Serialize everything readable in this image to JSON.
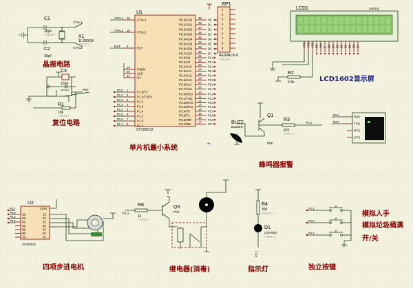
{
  "sections": {
    "crystal": "晶振电路",
    "reset": "复位电路",
    "mcu": "单片机最小系统",
    "lcd": "LCD1602显示屏",
    "buzzer": "蜂鸣器报警",
    "stepper": "四项步进电机",
    "relay": "继电器(消毒)",
    "led": "指示灯",
    "keys": "独立按键",
    "key_labels": [
      "模拟人手",
      "模拟垃圾桶满",
      "开/关"
    ]
  },
  "placeholder_text": "<TEXT>",
  "crystal": {
    "c1": {
      "ref": "C1",
      "value": "30pF"
    },
    "c2": {
      "ref": "C2",
      "value": "30pF"
    },
    "x1": {
      "ref": "X1",
      "value": "11.0592M"
    },
    "nets": [
      "XTAL1",
      "XTAL2"
    ]
  },
  "reset": {
    "c3": {
      "ref": "C3",
      "value": "10uF"
    },
    "r1": {
      "ref": "R1",
      "value": "10k"
    },
    "net": "RST"
  },
  "mcu": {
    "ref": "U1",
    "part": "STC89C52",
    "left_pins": [
      {
        "num": "19",
        "name": "XTAL1"
      },
      {
        "num": "18",
        "name": "XTAL2"
      },
      {
        "num": "9",
        "name": "RST"
      },
      {
        "num": "29",
        "name": "PSEN"
      },
      {
        "num": "30",
        "name": "ALE"
      },
      {
        "num": "31",
        "name": "EA"
      },
      {
        "num": "1",
        "name": "P1.0/T2"
      },
      {
        "num": "2",
        "name": "P1.1/T2EX"
      },
      {
        "num": "3",
        "name": "P1.2"
      },
      {
        "num": "4",
        "name": "P1.3"
      },
      {
        "num": "5",
        "name": "P1.4"
      },
      {
        "num": "6",
        "name": "P1.5"
      },
      {
        "num": "7",
        "name": "P1.6"
      },
      {
        "num": "8",
        "name": "P1.7"
      }
    ],
    "left_nets": [
      "XTAL1",
      "XTAL2",
      "RST",
      "",
      "",
      "",
      "P1.0",
      "P1.1",
      "P1.2",
      "P1.3",
      "P1.4",
      "P1.5",
      "P1.6",
      "P1.7"
    ],
    "right_pins": [
      {
        "num": "39",
        "name": "P0.0/AD0"
      },
      {
        "num": "38",
        "name": "P0.1/AD1"
      },
      {
        "num": "37",
        "name": "P0.2/AD2"
      },
      {
        "num": "36",
        "name": "P0.3/AD3"
      },
      {
        "num": "35",
        "name": "P0.4/AD4"
      },
      {
        "num": "34",
        "name": "P0.5/AD5"
      },
      {
        "num": "33",
        "name": "P0.6/AD6"
      },
      {
        "num": "32",
        "name": "P0.7/AD7"
      },
      {
        "num": "21",
        "name": "P2.0/A8"
      },
      {
        "num": "22",
        "name": "P2.1/A9"
      },
      {
        "num": "23",
        "name": "P2.2/A10"
      },
      {
        "num": "24",
        "name": "P2.3/A11"
      },
      {
        "num": "25",
        "name": "P2.4/A12"
      },
      {
        "num": "26",
        "name": "P2.5/A13"
      },
      {
        "num": "27",
        "name": "P2.6/A14"
      },
      {
        "num": "28",
        "name": "P2.7/A15"
      },
      {
        "num": "10",
        "name": "P3.0/RXD"
      },
      {
        "num": "11",
        "name": "P3.1/TXD"
      },
      {
        "num": "12",
        "name": "P3.2/INT0"
      },
      {
        "num": "13",
        "name": "P3.3/INT1"
      },
      {
        "num": "14",
        "name": "P3.4/T0"
      },
      {
        "num": "15",
        "name": "P3.5/T1"
      },
      {
        "num": "16",
        "name": "P3.6/WR"
      },
      {
        "num": "17",
        "name": "P3.7/RD"
      }
    ],
    "right_nets": [
      "D0",
      "D1",
      "D2",
      "D3",
      "D4",
      "D5",
      "D6",
      "D7",
      "P2.0",
      "P2.1",
      "P2.2",
      "P2.3",
      "P2.4",
      "P2.5",
      "P2.6",
      "P2.7",
      "P3.0",
      "P3.1",
      "P3.2",
      "P3.3",
      "P3.4",
      "P3.5",
      "P3.6",
      "P3.7"
    ]
  },
  "rp1": {
    "ref": "RP1",
    "part": "RESPACK-8",
    "pins": [
      "1",
      "2",
      "3",
      "4",
      "5",
      "6",
      "7",
      "8",
      "9"
    ]
  },
  "lcd": {
    "ref": "LCD1",
    "part": "LM016L",
    "pins": [
      "VSS",
      "VDD",
      "VEE",
      "RS",
      "RW",
      "E",
      "D0",
      "D1",
      "D2",
      "D3",
      "D4",
      "D5",
      "D6",
      "D7"
    ],
    "r2": {
      "ref": "R2",
      "value": "3.3k"
    }
  },
  "buzzer": {
    "ref": "BUZ2",
    "part": "BUZZER",
    "q1": {
      "ref": "Q1",
      "type": "PNP"
    },
    "r3": {
      "ref": "R3",
      "value": "470"
    },
    "net": "P2.1"
  },
  "terminal": {
    "pins": [
      "RXD",
      "TXD",
      "RTS",
      "CTS"
    ],
    "nets": [
      "P3.1",
      "P3.0"
    ]
  },
  "stepper": {
    "ref": "U2",
    "part": "ULN2003A",
    "in_nums": [
      "1B",
      "2B",
      "3B",
      "4B",
      "5B",
      "6B",
      "7B"
    ],
    "out_nums": [
      "1C",
      "2C",
      "3C",
      "4C",
      "5C",
      "6C",
      "7C"
    ],
    "com": "COM",
    "nets": [
      "P3.7",
      "P3.6",
      "P3.5",
      "P3.4"
    ]
  },
  "relay": {
    "r8": {
      "ref": "R8",
      "value": "1k"
    },
    "q3": {
      "ref": "Q3",
      "type": "PNP"
    },
    "net": "P1.2"
  },
  "led": {
    "r4": {
      "ref": "R4",
      "value": "300"
    },
    "d1": {
      "ref": "D1",
      "part": "LED-RED"
    },
    "net": "P2.2"
  },
  "keys": {
    "nets": [
      "P1.1",
      "P1.0",
      "P2.3"
    ]
  }
}
